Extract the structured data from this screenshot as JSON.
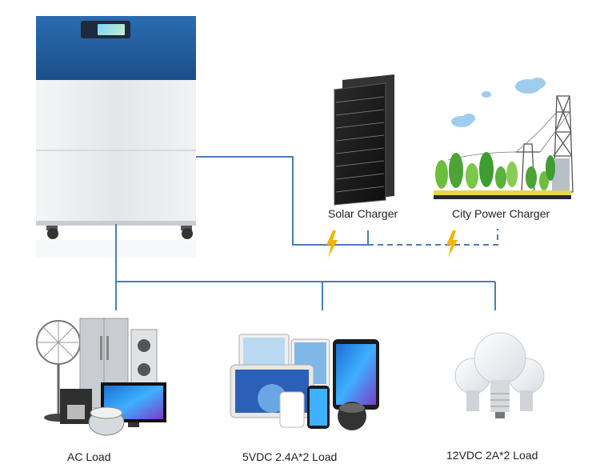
{
  "labels": {
    "solar": "Solar Charger",
    "city": "City Power Charger",
    "ac": "AC Load",
    "usb": "5VDC 2.4A*2 Load",
    "dc12": "12VDC 2A*2 Load"
  },
  "colors": {
    "wire": "#4a7fb5",
    "bolt": "#f5b400",
    "battery_top": "#1f5d9c",
    "battery_body": "#e9ecef"
  },
  "icons": {
    "battery": "battery-cabinet-icon",
    "solar": "solar-panel-icon",
    "city": "power-grid-icon",
    "ac": "appliances-icon",
    "usb": "devices-icon",
    "dc12": "light-bulbs-icon",
    "bolt": "lightning-bolt-icon"
  }
}
